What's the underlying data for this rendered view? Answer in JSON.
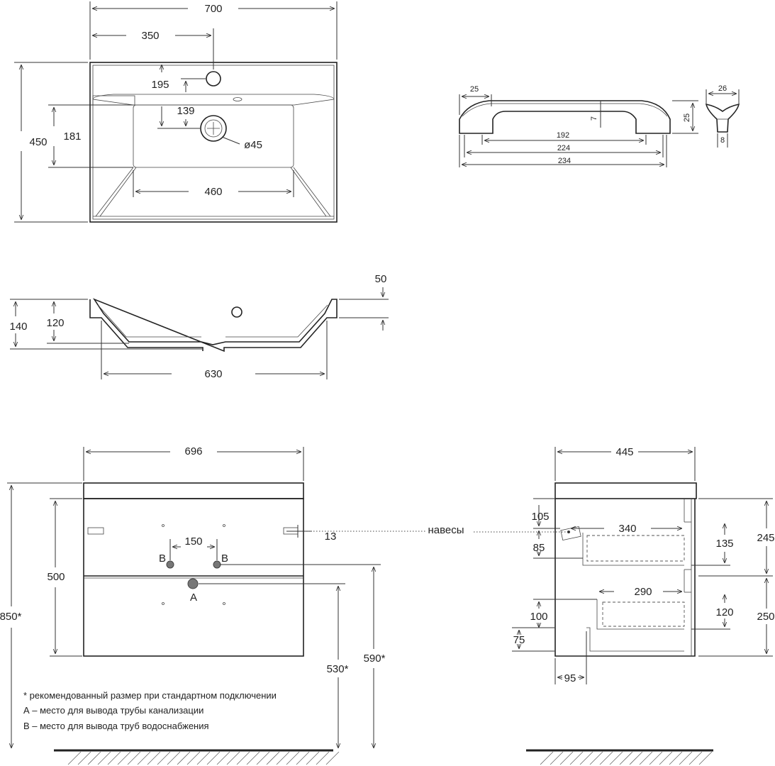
{
  "top_view": {
    "width": "700",
    "half_width": "350",
    "depth": "450",
    "tap_offset": "195",
    "drain_offset": "139",
    "bowl_depth": "181",
    "drain_diameter": "ø45",
    "bowl_width": "460"
  },
  "side_view": {
    "rim_height": "50",
    "total_height": "140",
    "bowl_height": "120",
    "inner_width": "630"
  },
  "handle": {
    "end_width": "25",
    "height": "25",
    "grip_thickness": "7",
    "hole_spacing": "192",
    "inner_length": "224",
    "total_length": "234",
    "profile_width": "26",
    "profile_base": "8"
  },
  "cabinet_front": {
    "width": "696",
    "height": "500",
    "install_height": "850*",
    "hinge_offset": "13",
    "pipe_spacing": "150",
    "label_b": "B",
    "label_a": "A",
    "height_b": "590*",
    "height_a": "530*",
    "hinges_label": "навесы"
  },
  "cabinet_side": {
    "depth": "445",
    "top_offset": "105",
    "drawer_top_height": "85",
    "drawer_top_depth": "340",
    "drawer_top_inner": "135",
    "front_top": "245",
    "drawer_bottom_depth": "290",
    "drawer_bottom_offset": "100",
    "drawer_bottom_inner": "120",
    "front_bottom": "250",
    "plinth_height": "75",
    "plinth_depth": "95"
  },
  "notes": [
    "* рекомендованный размер при стандартном подключении",
    "А – место для вывода трубы канализации",
    "В – место для вывода труб водоснабжения"
  ]
}
